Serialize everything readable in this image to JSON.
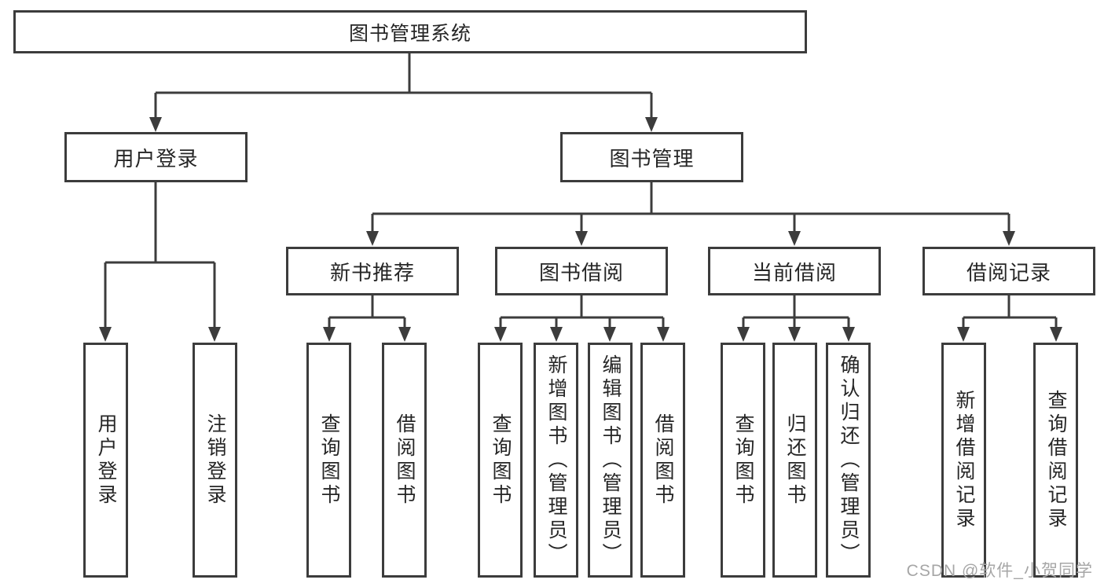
{
  "diagram": {
    "root": {
      "label": "图书管理系统"
    },
    "branches": [
      {
        "label": "用户登录",
        "children": [
          {
            "label": "用户登录"
          },
          {
            "label": "注销登录"
          }
        ]
      },
      {
        "label": "图书管理",
        "children": [
          {
            "label": "新书推荐",
            "children": [
              {
                "label": "查询图书"
              },
              {
                "label": "借阅图书"
              }
            ]
          },
          {
            "label": "图书借阅",
            "children": [
              {
                "label": "查询图书"
              },
              {
                "label": "新增图书（管理员）"
              },
              {
                "label": "编辑图书（管理员）"
              },
              {
                "label": "借阅图书"
              }
            ]
          },
          {
            "label": "当前借阅",
            "children": [
              {
                "label": "查询图书"
              },
              {
                "label": "归还图书"
              },
              {
                "label": "确认归还（管理员）"
              }
            ]
          },
          {
            "label": "借阅记录",
            "children": [
              {
                "label": "新增借阅记录"
              },
              {
                "label": "查询借阅记录"
              }
            ]
          }
        ]
      }
    ]
  },
  "watermark": {
    "text": "CSDN @软件_小贺同学"
  },
  "colors": {
    "line": "#3c3c3c",
    "text": "#262626",
    "box_fill": "#ffffff",
    "background": "#ffffff",
    "watermark": "#a6a6a6"
  }
}
